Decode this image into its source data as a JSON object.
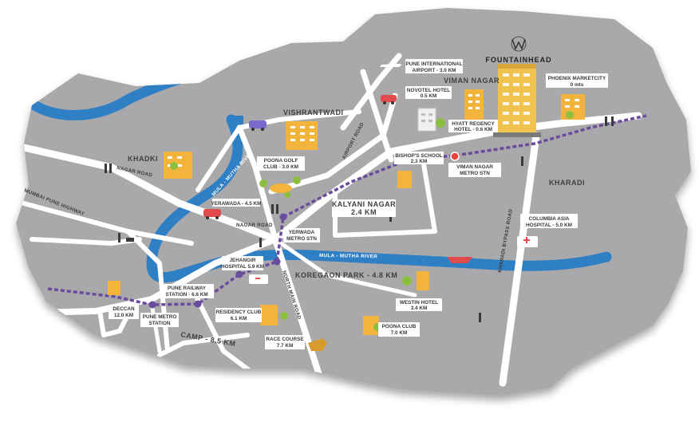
{
  "brand": {
    "name": "FOUNTAINHEAD"
  },
  "areas": {
    "viman_nagar": "VIMAN NAGAR",
    "vishrantwadi": "VISHRANTWADI",
    "khadki": "KHADKI",
    "kharadi": "KHARADI",
    "kalyani_nagar_1": "KALYANI NAGAR",
    "kalyani_nagar_2": "2.4 KM",
    "koregaon_park": "KOREGAON PARK - 4.8 KM",
    "camp": "CAMP - 8.5 KM"
  },
  "landmarks": {
    "airport_1": "PUNE INTERNATIONAL",
    "airport_2": "AIRPORT - 3.0 KM",
    "novotel_1": "NOVOTEL HOTEL",
    "novotel_2": "0.5 KM",
    "hyatt_1": "HYATT REGENCY",
    "hyatt_2": "HOTEL - 0.6 KM",
    "phoenix_1": "PHOENIX MARKETCITY",
    "phoenix_2": "0 mts",
    "bishops_1": "BISHOP'S SCHOOL",
    "bishops_2": "2.3 KM",
    "poona_golf_1": "POONA GOLF",
    "poona_golf_2": "CLUB - 3.0 KM",
    "yerawada": "YERAWADA - 4.5 KM",
    "columbia_1": "COLUMBIA ASIA",
    "columbia_2": "HOSPITAL - 5.0 KM",
    "jehangir_1": "JEHANGIR",
    "jehangir_2": "HOSPITAL 5.9 KM",
    "pune_railway_1": "PUNE RAILWAY",
    "pune_railway_2": "STATION - 6.6 KM",
    "westin_1": "WESTIN HOTEL",
    "westin_2": "3.4 KM",
    "residency_1": "RESIDENCY CLUB",
    "residency_2": "6.1 KM",
    "poona_club_1": "POONA CLUB",
    "poona_club_2": "7.0 KM",
    "race_course_1": "RACE COURSE",
    "race_course_2": "7.7 KM",
    "deccan_1": "DECCAN",
    "deccan_2": "12.0 KM"
  },
  "metro": {
    "viman_1": "VIMAN NAGAR",
    "viman_2": "METRO STN",
    "yerwada_1": "YERWADA",
    "yerwada_2": "METRO STN",
    "pune_1": "PUNE METRO",
    "pune_2": "STATION"
  },
  "roads": {
    "airport_road": "AIRPORT ROAD",
    "nagar_road_1": "NAGAR ROAD",
    "nagar_road_2": "NAGAR ROAD",
    "mumbai_pune_highway": "MUMBAI PUNE HIGHWAY",
    "kharadi_bypass": "KHARADI BYPASS ROAD",
    "north_main_road": "NORTH MAIN ROAD"
  },
  "rivers": {
    "mula_mutha_1": "MULA - MUTHA RIVER",
    "mula_mutha_2": "MULA - MUTHA RIVER"
  },
  "colors": {
    "land": "#a9a9ab",
    "road": "#ffffff",
    "river": "#2f7fc4",
    "metro": "#6a4c9c",
    "building": "#f2b43a",
    "tower": "#f0c24e",
    "tree": "#8cbf3f",
    "car_red": "#e24b4b",
    "car_purple": "#7a6ad0",
    "metro_station_red": "#e8413c"
  },
  "icons": [
    "fountainhead-logo-icon",
    "airplane-icon",
    "car-icon",
    "building-icon",
    "tree-icon",
    "ambulance-icon",
    "boat-icon",
    "horse-rider-icon",
    "pedestrian-icon",
    "dog-walker-icon",
    "metro-station-icon"
  ]
}
